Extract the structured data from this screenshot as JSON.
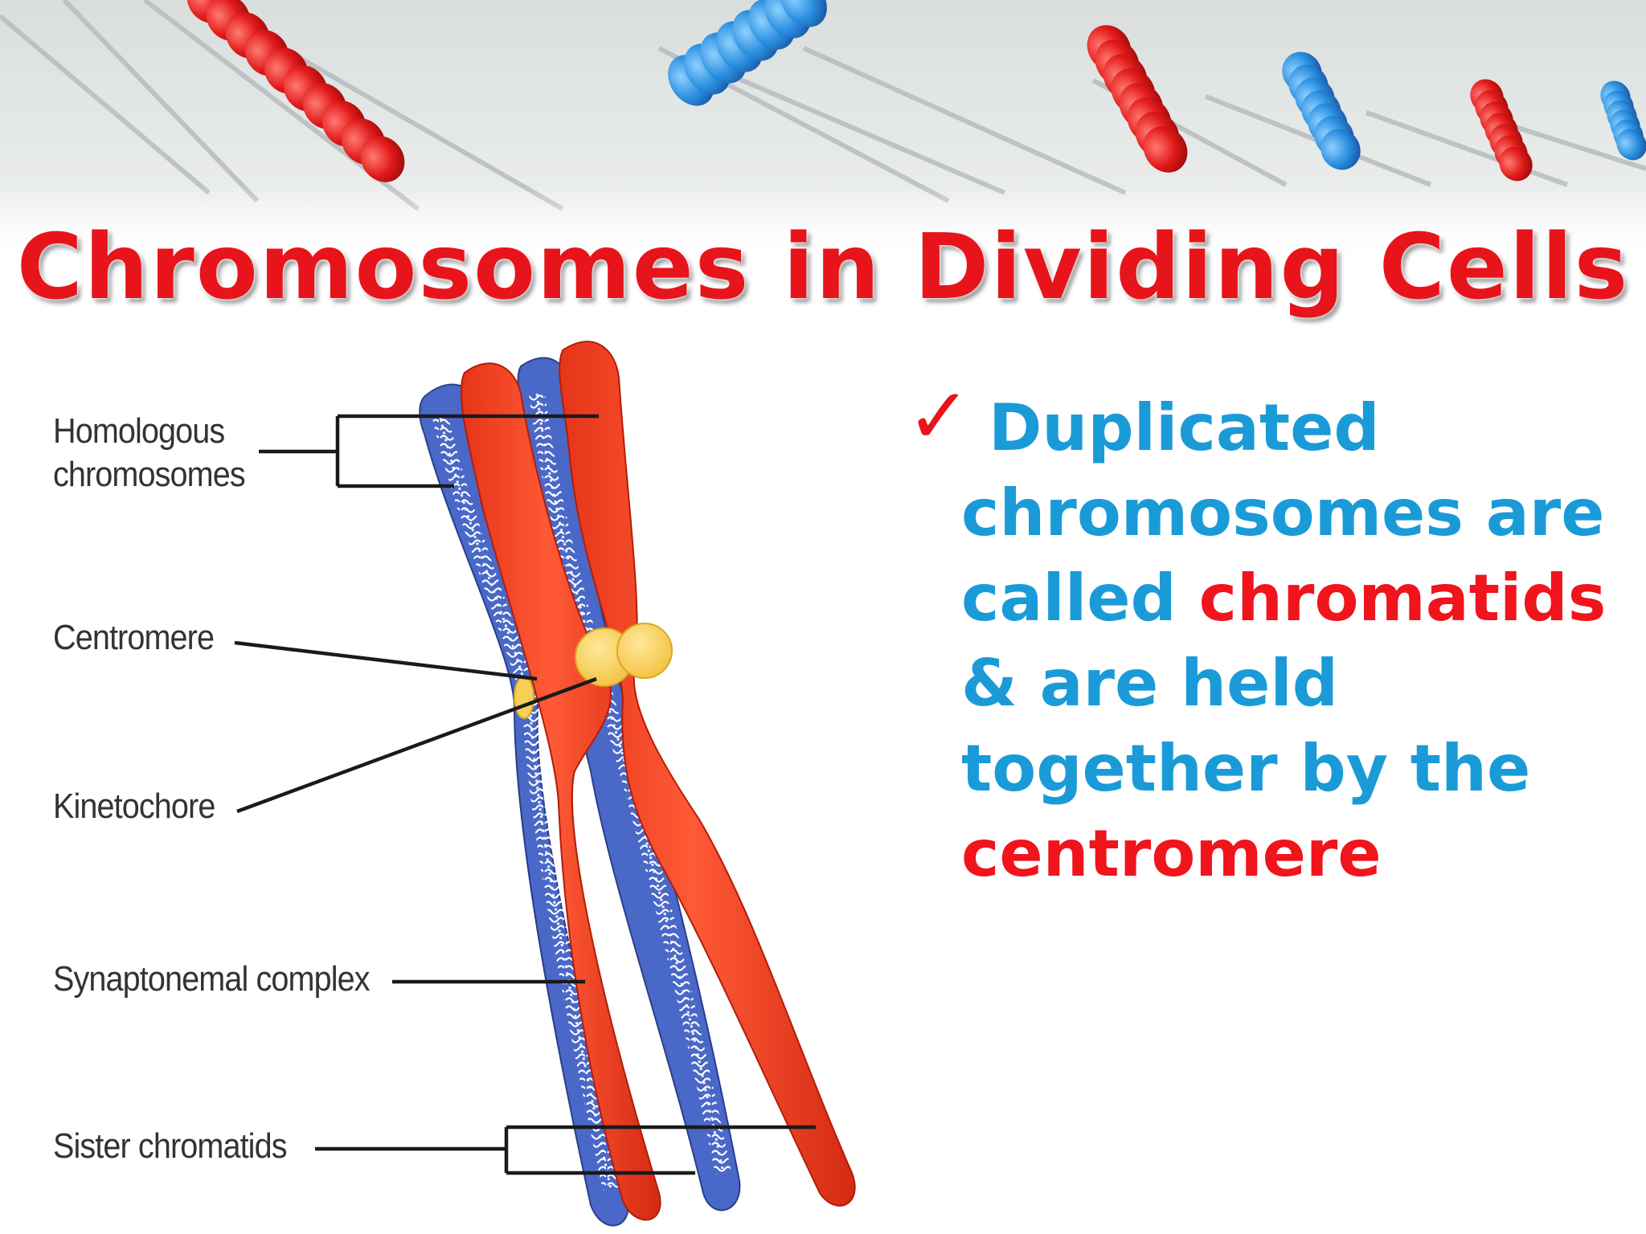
{
  "slide": {
    "title": "Chromosomes in Dividing Cells"
  },
  "diagram": {
    "labels": {
      "homologous": "Homologous chromosomes",
      "homologous_line1": "Homologous",
      "homologous_line2": "chromosomes",
      "centromere": "Centromere",
      "kinetochore": "Kinetochore",
      "synaptonemal": "Synaptonemal complex",
      "sister": "Sister chromatids"
    }
  },
  "bullet": {
    "line1": "Duplicated",
    "line2": "chromosomes are",
    "line3_plain": "called ",
    "line3_highlight": "chromatids",
    "line4": "& are held",
    "line5": "together by the",
    "line6_highlight": "centromere"
  },
  "colors": {
    "title": "#e8141b",
    "bullet_text": "#1a9bd7",
    "highlight": "#f0141c",
    "chromosome_red": "#f24a2c",
    "chromosome_blue": "#4a68c8",
    "centromere": "#f7cf56"
  },
  "icons": {
    "bullet": "check-mark-icon",
    "banner": "dna-helix-banner"
  }
}
